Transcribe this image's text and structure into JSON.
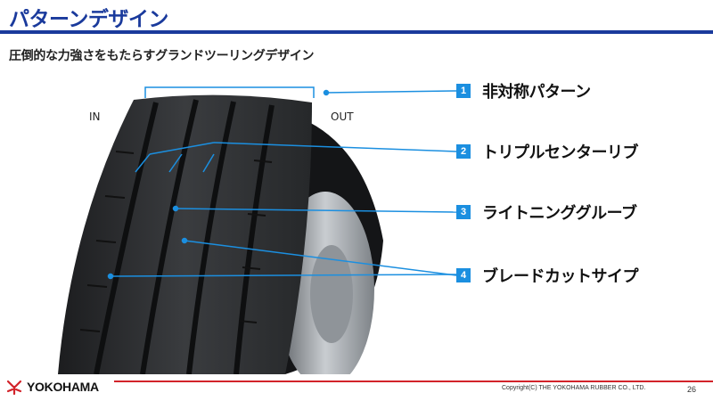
{
  "header": {
    "title": "パターンデザイン",
    "subtitle": "圧倒的な力強さをもたらすグランドツーリングデザイン",
    "accent_color": "#1a3a9c"
  },
  "diagram": {
    "label_in": "IN",
    "label_out": "OUT",
    "callout_color": "#1b8fe0",
    "features": [
      {
        "number": "1",
        "label": "非対称パターン"
      },
      {
        "number": "2",
        "label": "トリプルセンターリブ"
      },
      {
        "number": "3",
        "label": "ライトニンググルーブ"
      },
      {
        "number": "4",
        "label": "ブレードカットサイプ"
      }
    ]
  },
  "footer": {
    "brand": "YOKOHAMA",
    "logo_icon": "yokohama-logo-icon",
    "copyright": "Copyright(C) THE YOKOHAMA RUBBER CO., LTD.",
    "page_number": "26",
    "rule_color": "#d2232a"
  }
}
